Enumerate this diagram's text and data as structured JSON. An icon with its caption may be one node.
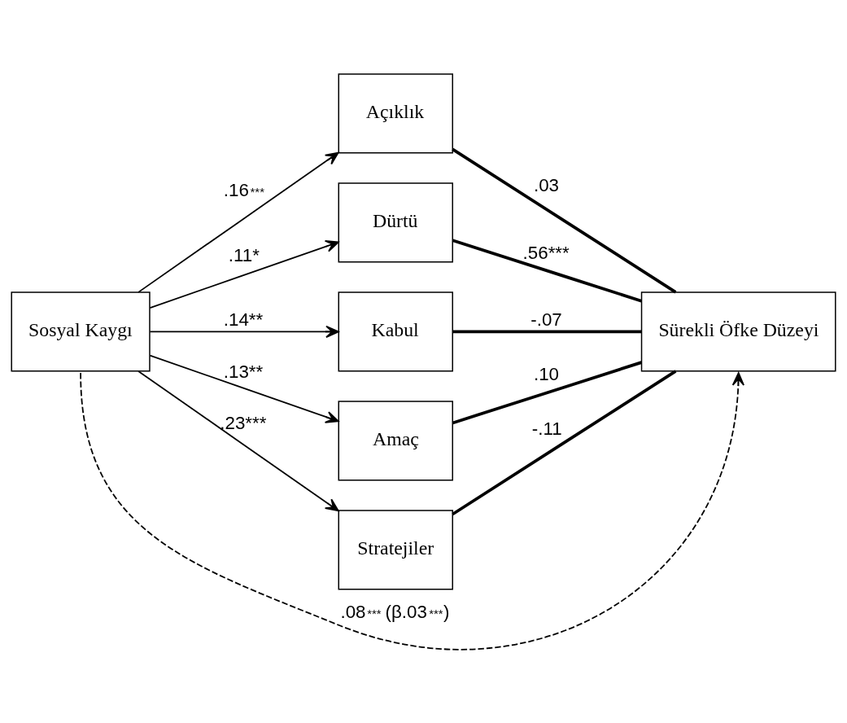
{
  "diagram": {
    "nodes": [
      {
        "text": [
          "Sosyal Kaygı"
        ]
      },
      {
        "text": [
          "Açıklık"
        ]
      },
      {
        "text": [
          "Dürtü"
        ]
      },
      {
        "text": [
          "Kabul"
        ]
      },
      {
        "text": [
          "Amaç"
        ]
      },
      {
        "text": [
          "Stratejiler"
        ]
      },
      {
        "text": [
          "Sürekli Öfke Düzeyi"
        ]
      }
    ],
    "edges": [
      {
        "from": 0,
        "to": 1,
        "arrow": "to",
        "label": ".16$^{***}$"
      },
      {
        "from": 0,
        "to": 2,
        "arrow": "to",
        "label": ".11*"
      },
      {
        "from": 0,
        "to": 3,
        "arrow": "to",
        "label": ".14**"
      },
      {
        "from": 0,
        "to": 4,
        "arrow": "to",
        "label": ".13**"
      },
      {
        "from": 0,
        "to": 5,
        "arrow": "to",
        "label": ".23***"
      },
      {
        "from": 1,
        "to": 6,
        "arrow": "none",
        "label": ".03",
        "style": "thick"
      },
      {
        "from": 2,
        "to": 6,
        "arrow": "none",
        "label": ".56***",
        "style": "thick"
      },
      {
        "from": 3,
        "to": 6,
        "arrow": "none",
        "label": "-.07",
        "style": "thick"
      },
      {
        "from": 4,
        "to": 6,
        "arrow": "none",
        "label": ".10",
        "style": "thick"
      },
      {
        "from": 5,
        "to": 6,
        "arrow": "none",
        "label": "-.11",
        "style": "thick"
      },
      {
        "from": 0,
        "to": 6,
        "arrow": "to",
        "label": ".08$^{***}$ (β.03$^{***}$)",
        "style": "dashed"
      }
    ]
  }
}
